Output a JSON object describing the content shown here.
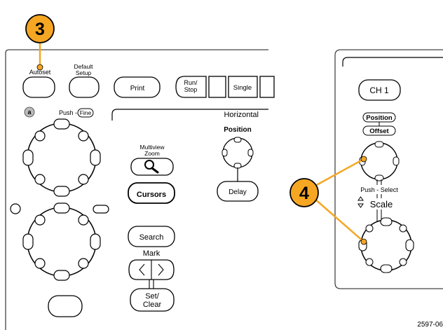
{
  "callouts": {
    "three": "3",
    "four": "4",
    "color": "#f5a623"
  },
  "left_panel": {
    "autoset_label": "Autoset",
    "default_setup_line1": "Default",
    "default_setup_line2": "Setup",
    "print_label": "Print",
    "run_stop_line1": "Run/",
    "run_stop_line2": "Stop",
    "single_label": "Single",
    "multipurpose_a_label": "a",
    "push_label": "Push -",
    "fine_label": "Fine",
    "horizontal_title": "Horizontal",
    "position_label": "Position",
    "multiview_line1": "Multiview",
    "multiview_line2": "Zoom",
    "cursors_label": "Cursors",
    "delay_label": "Delay",
    "search_label": "Search",
    "mark_label": "Mark",
    "set_clear_line1": "Set/",
    "set_clear_line2": "Clear"
  },
  "right_panel": {
    "ch1_label": "CH 1",
    "position_label": "Position",
    "offset_label": "Offset",
    "push_select_label": "Push - Select",
    "scale_label": "Scale"
  },
  "figure_id": "2597-06"
}
